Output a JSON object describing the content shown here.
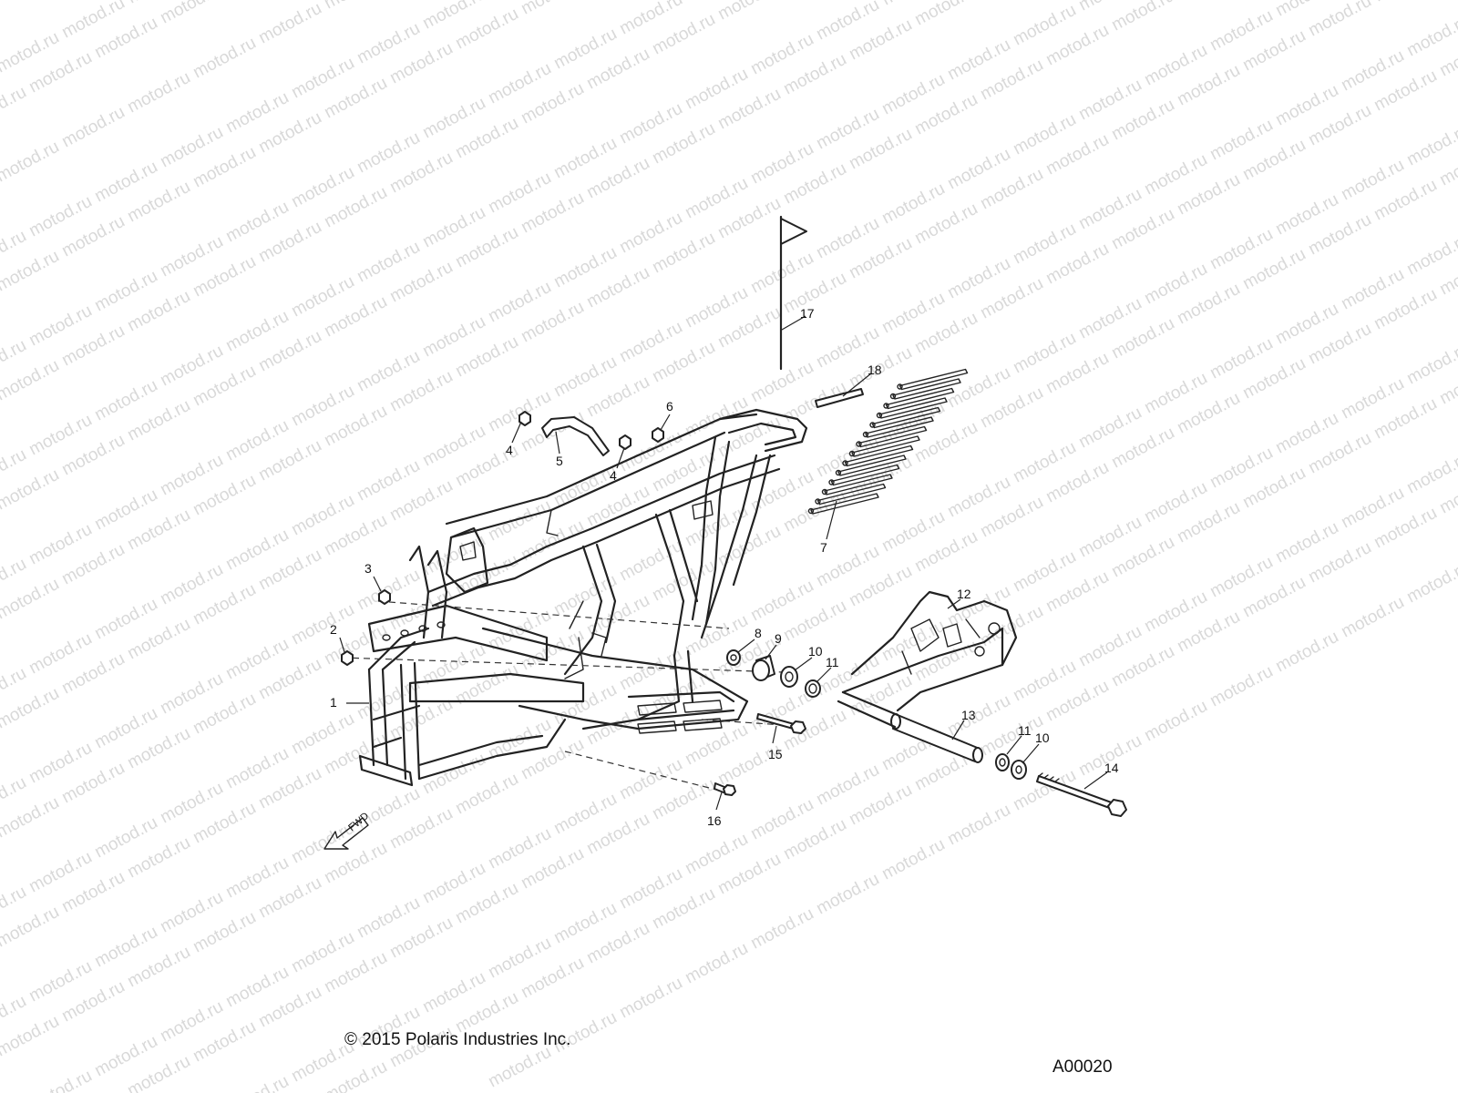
{
  "watermark": {
    "text": "motod.ru"
  },
  "callouts": [
    "1",
    "2",
    "3",
    "4",
    "4",
    "5",
    "6",
    "7",
    "8",
    "9",
    "10",
    "10",
    "11",
    "11",
    "12",
    "13",
    "14",
    "15",
    "16",
    "17",
    "18"
  ],
  "direction_label": "FWD",
  "footer": {
    "copyright": "© 2015 Polaris Industries Inc.",
    "diagram_code": "A00020"
  },
  "colors": {
    "line": "#222222",
    "watermark": "#d9d9d9",
    "background": "#ffffff"
  }
}
